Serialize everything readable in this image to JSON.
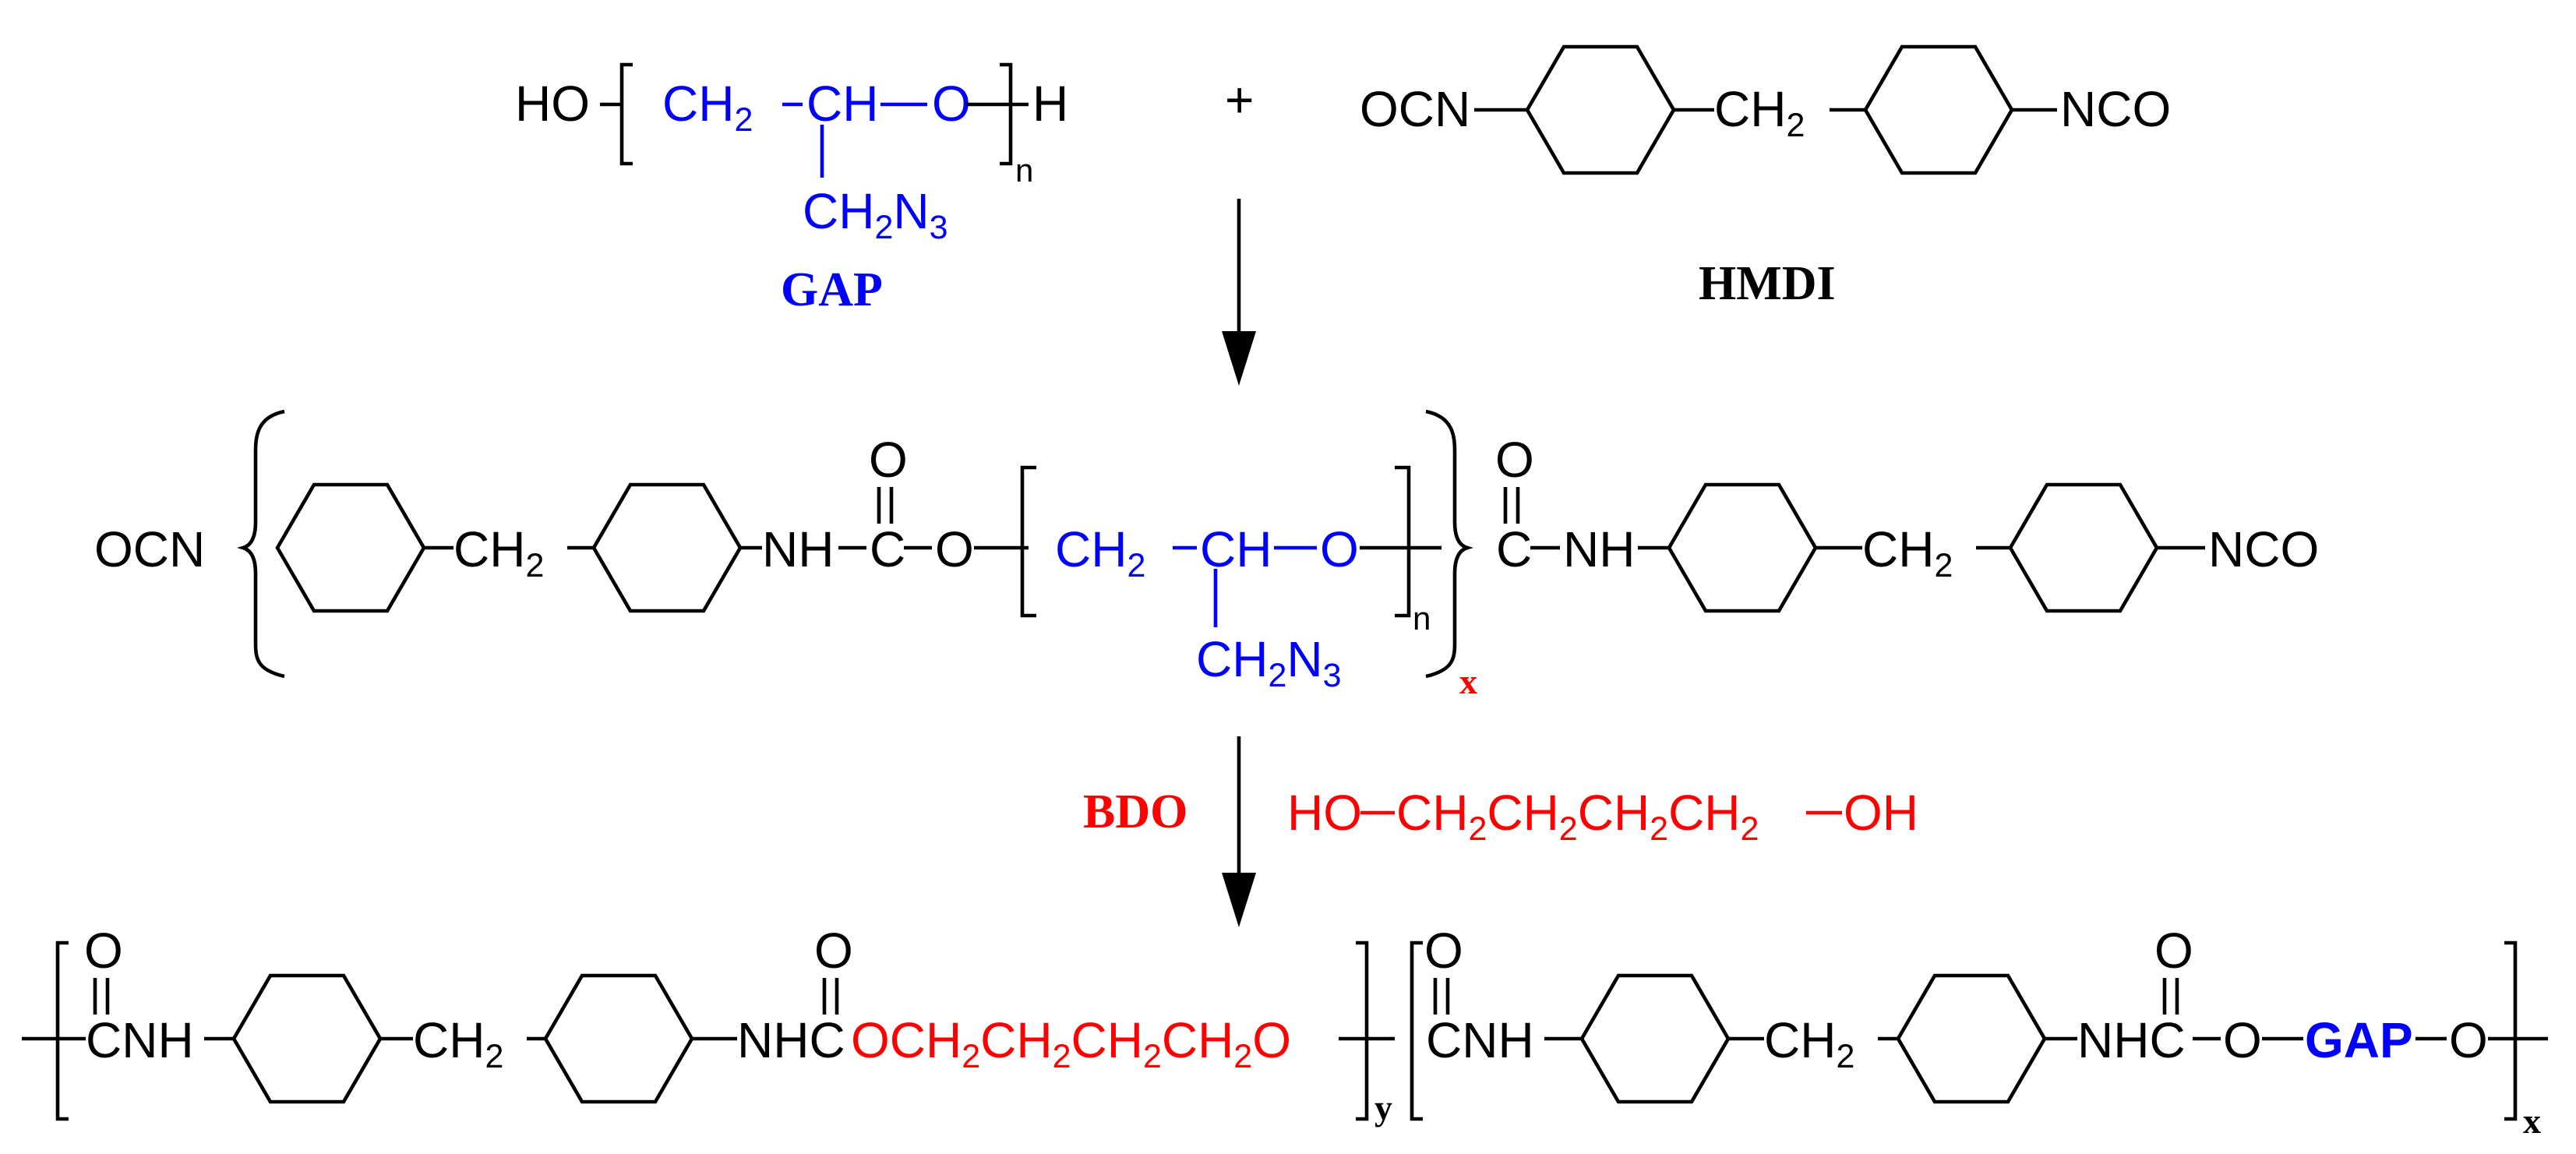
{
  "colors": {
    "ink": "#000000",
    "gap": "#0000ff",
    "bdo": "#ff0000"
  },
  "symbols": {
    "plus": "+"
  },
  "labels": {
    "HO": "HO",
    "H": "H",
    "O": "O",
    "OH": "OH",
    "n": "n",
    "x": "x",
    "y": "y",
    "CH": "CH",
    "C": "C",
    "NH": "NH",
    "OCN": "OCN",
    "NCO": "NCO",
    "CH2_base": "CH",
    "sub2": "2",
    "N": "N",
    "sub3": "3",
    "NHC": "NHC",
    "CNH": "CNH",
    "GAP_name": "GAP",
    "HMDI_name": "HMDI",
    "BDO_name": "BDO",
    "GAP_group": "GAP"
  }
}
